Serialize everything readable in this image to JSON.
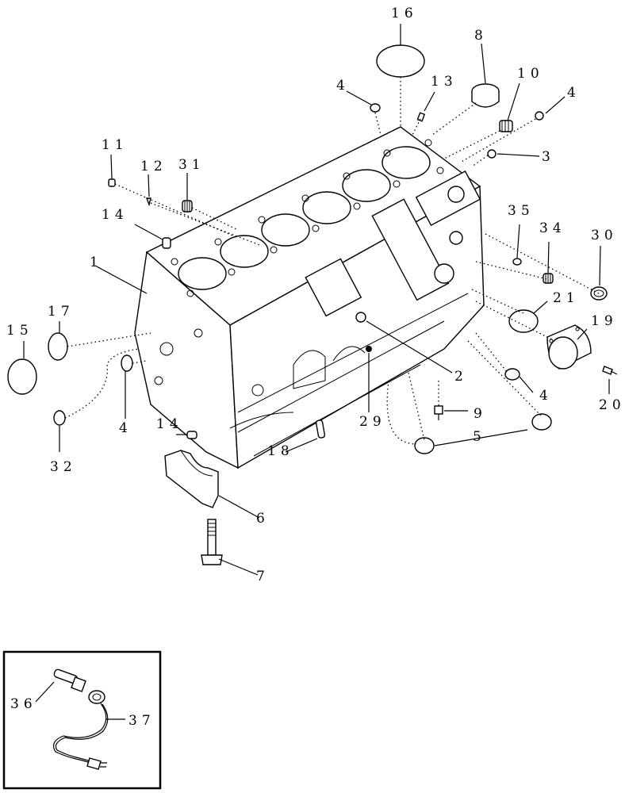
{
  "callouts": {
    "c1": "1",
    "c2": "2",
    "c3": "3",
    "c4a": "4",
    "c4b": "4",
    "c4c": "4",
    "c4d": "4",
    "c5": "5",
    "c6": "6",
    "c7": "7",
    "c8": "8",
    "c9": "9",
    "c10": "10",
    "c11": "11",
    "c12": "12",
    "c13": "13",
    "c14a": "14",
    "c14b": "14",
    "c15": "15",
    "c16": "16",
    "c17": "17",
    "c18": "18",
    "c19": "19",
    "c20": "20",
    "c21": "21",
    "c29": "29",
    "c30": "30",
    "c31": "31",
    "c32": "32",
    "c34": "34",
    "c35": "35",
    "c36": "36",
    "c37": "37"
  }
}
